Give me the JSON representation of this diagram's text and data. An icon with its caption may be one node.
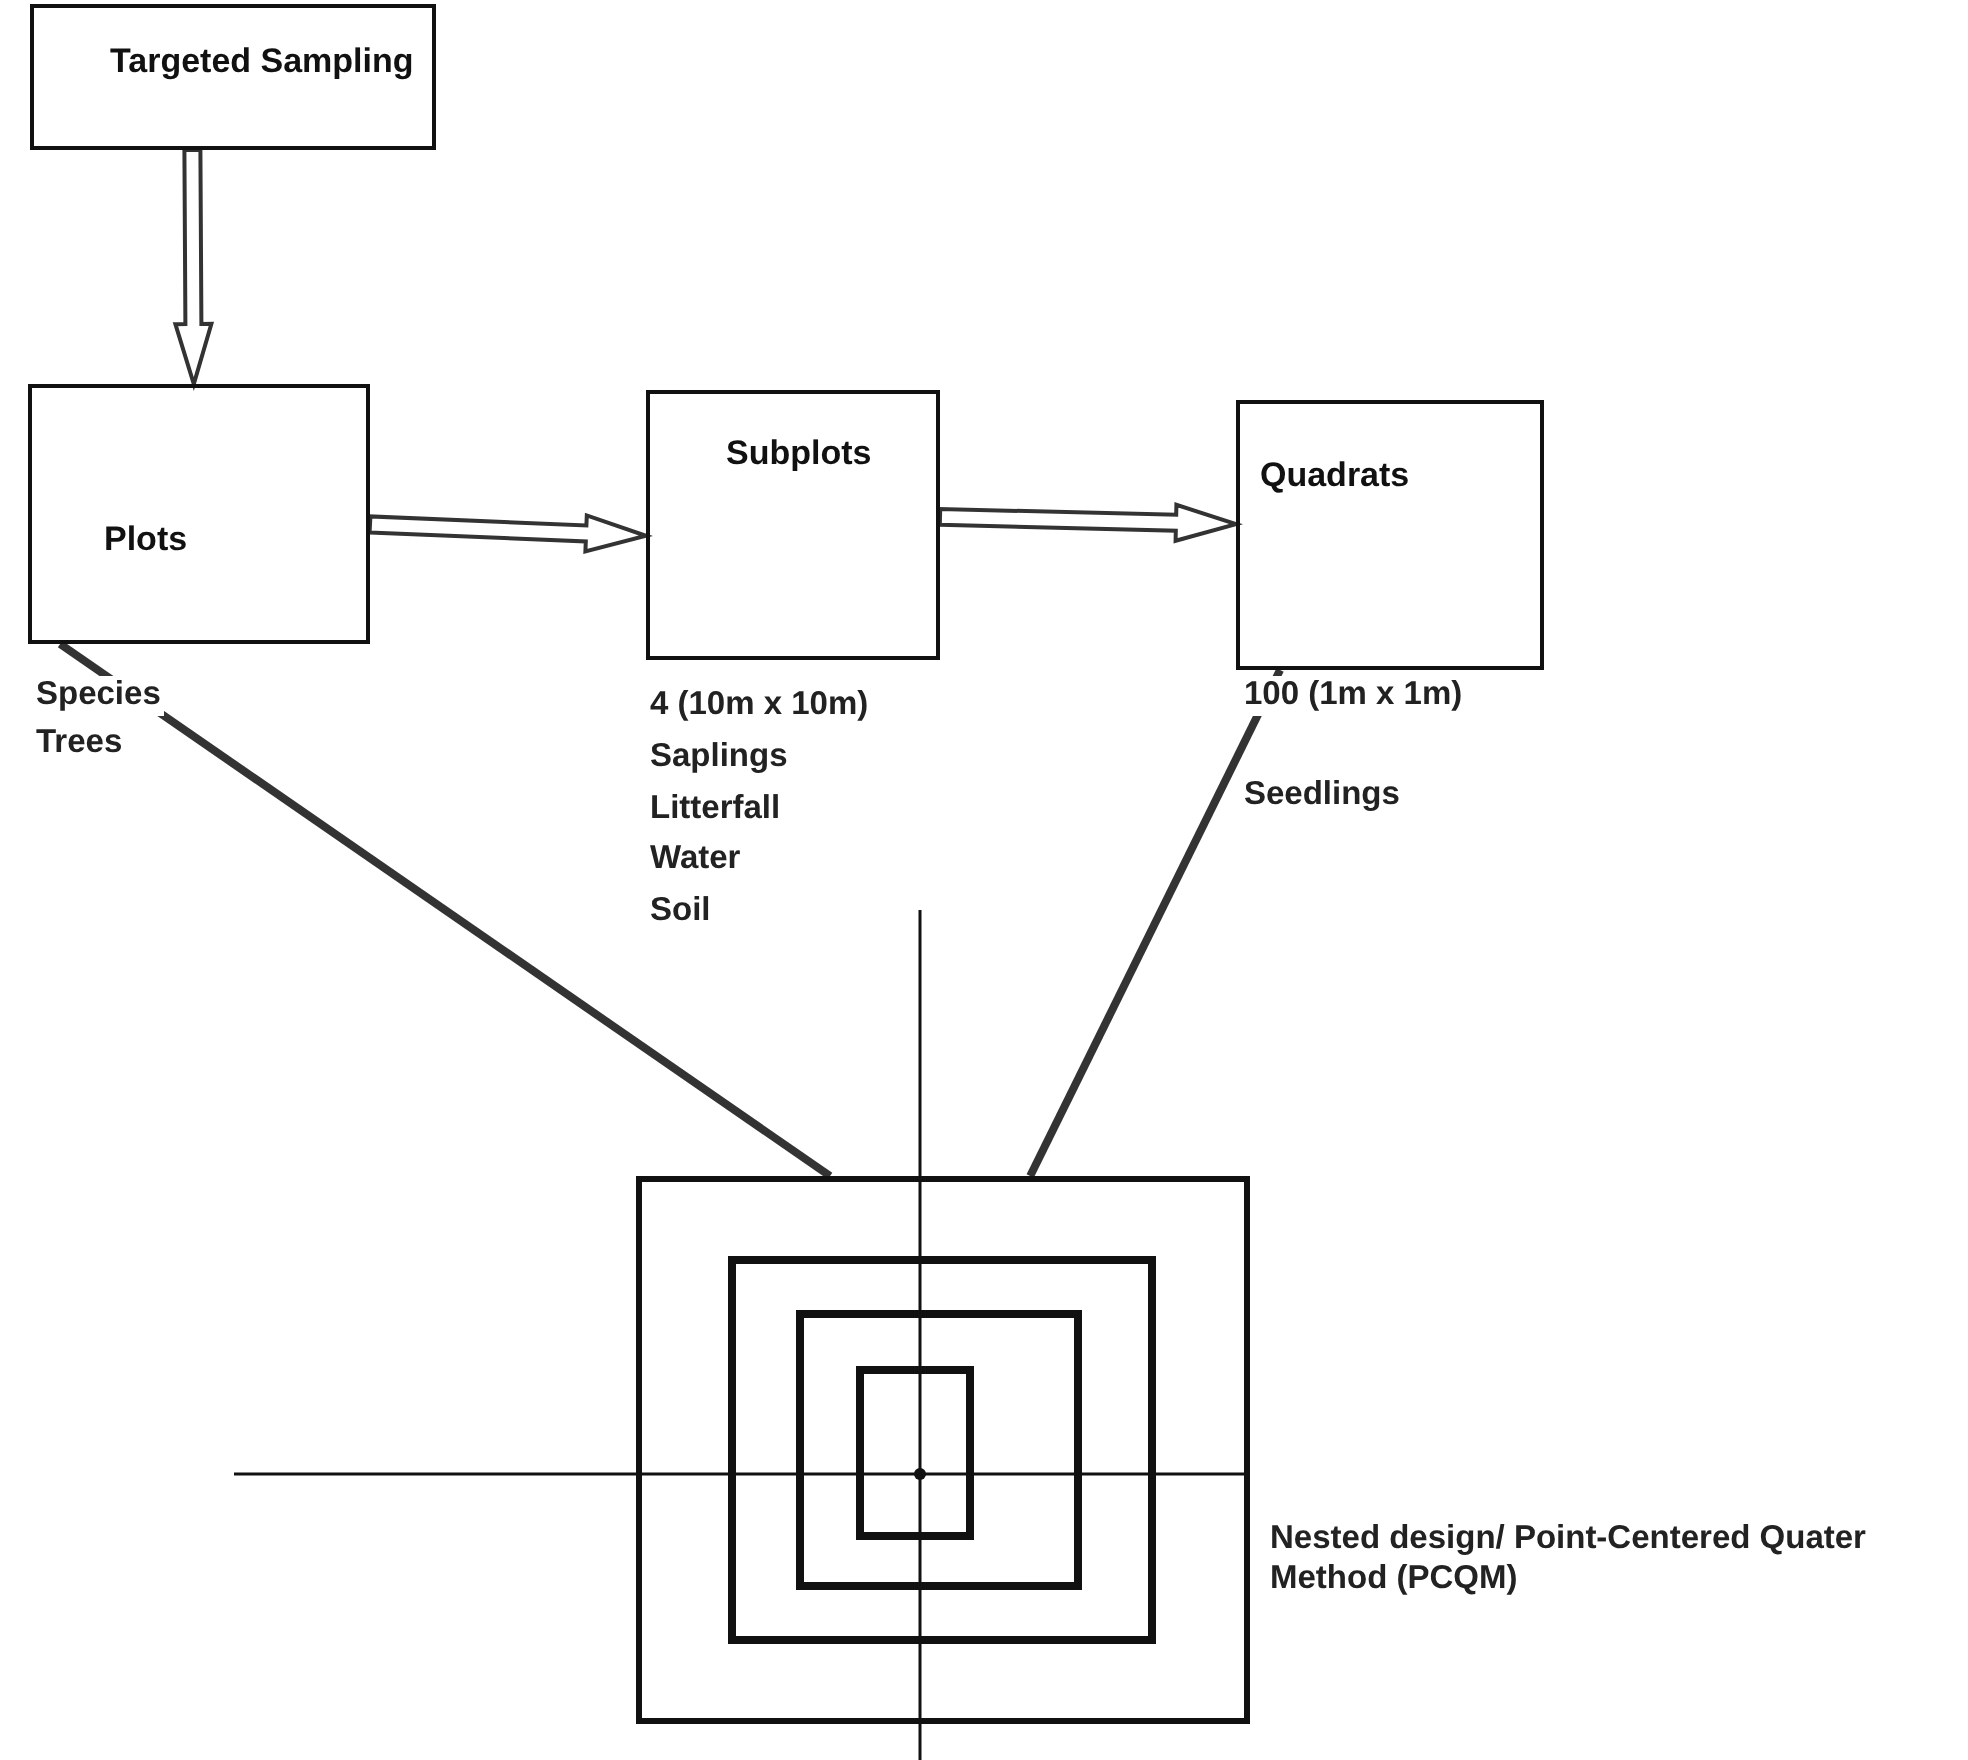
{
  "diagram": {
    "nodes": [
      {
        "text": [
          "Targeted Sampling"
        ]
      },
      {
        "text": [
          "Plots"
        ],
        "beside": [
          "Species",
          "Trees"
        ]
      },
      {
        "text": [
          "Subplots"
        ],
        "beside": [
          "4 (10m x 10m)",
          "Saplings",
          "Litterfall",
          "Water",
          "Soil"
        ]
      },
      {
        "text": [
          "Quadrats"
        ],
        "beside": [
          "100 (1m x 1m)",
          "Seedlings"
        ]
      },
      {
        "text": [],
        "shape": "box",
        "beside": [
          "Nested design/ Point-Centered Quater Method (PCQM)"
        ]
      },
      {
        "text": [],
        "shape": "box",
        "in": 4
      },
      {
        "text": [],
        "shape": "box",
        "in": 5
      },
      {
        "text": [],
        "shape": "box",
        "in": 6
      }
    ],
    "edges": [
      {
        "from": 0,
        "to": 1,
        "arrow": "to"
      },
      {
        "from": 1,
        "to": 2,
        "arrow": "to"
      },
      {
        "from": 2,
        "to": 3,
        "arrow": "to"
      },
      {
        "from": 1,
        "to": 4,
        "arrow": "none"
      },
      {
        "from": 3,
        "to": 4,
        "arrow": "none"
      }
    ]
  }
}
